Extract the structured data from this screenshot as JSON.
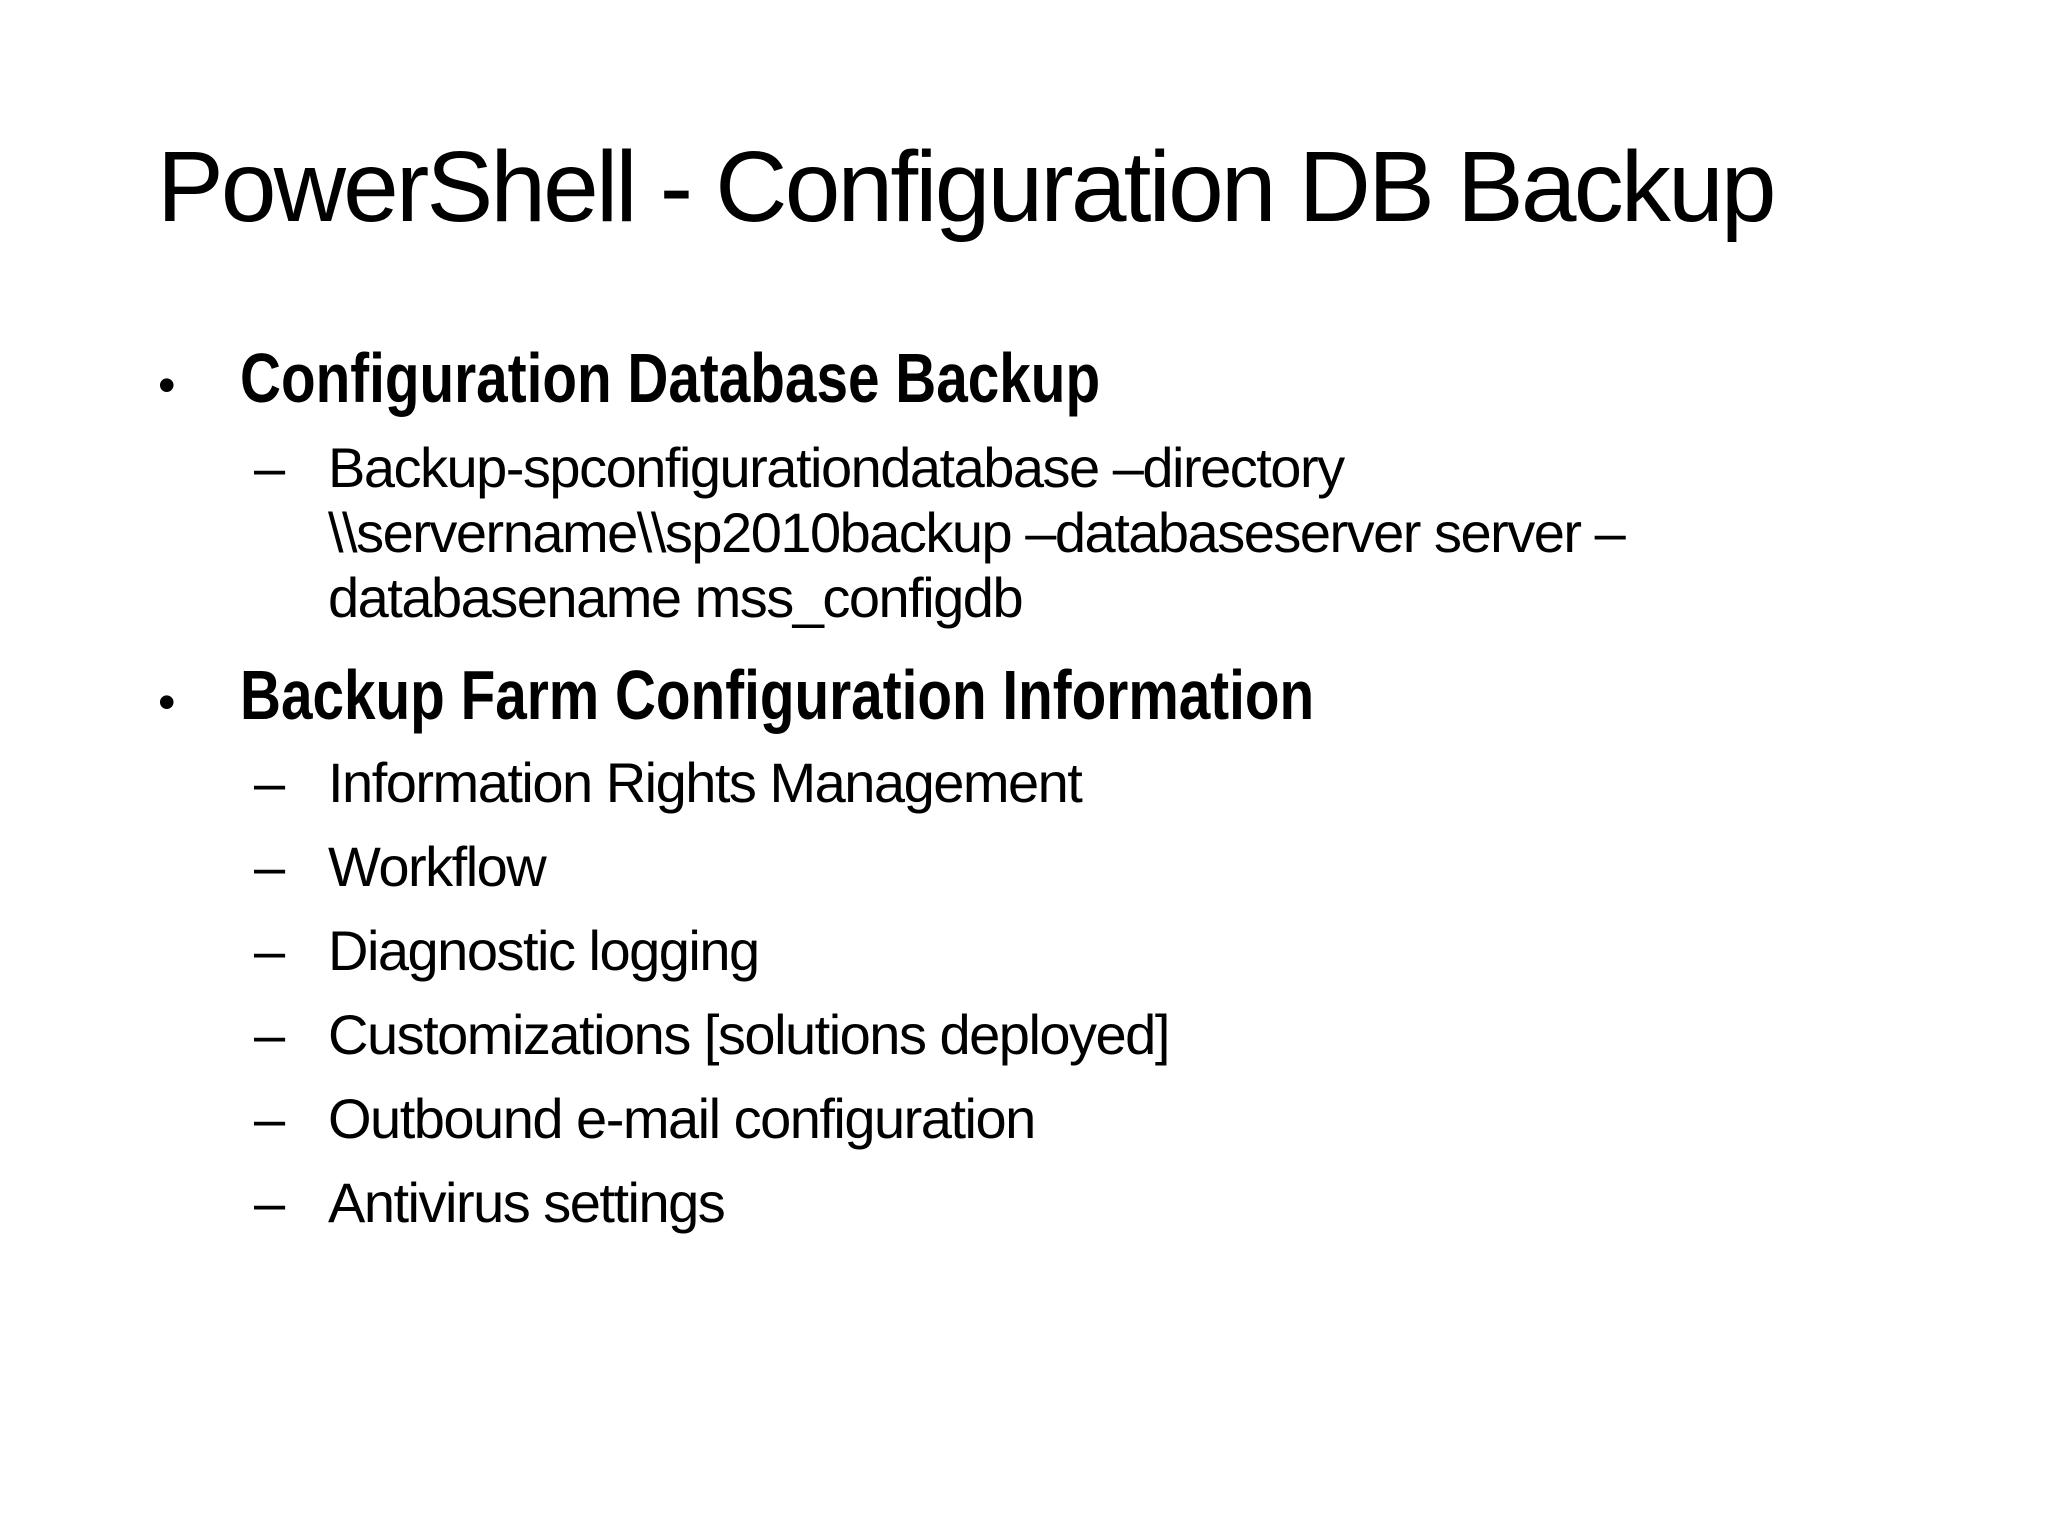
{
  "slide": {
    "title": "PowerShell - Configuration DB Backup",
    "background": "#ffffff",
    "text_color": "#000000"
  },
  "glyphs": {
    "bullet_level1": "•",
    "bullet_level2": "–"
  },
  "content": {
    "bullet1": "Configuration Database Backup",
    "cmd_line1": "Backup-spconfigurationdatabase –directory",
    "cmd_line2": "\\\\servername\\\\sp2010backup –databaseserver server –",
    "cmd_line3": "databasename mss_configdb",
    "bullet2": "Backup Farm Configuration Information",
    "item1": "Information Rights Management",
    "item2": "Workflow",
    "item3": "Diagnostic logging",
    "item4": "Customizations [solutions deployed]",
    "item5": "Outbound e-mail configuration",
    "item6": "Antivirus settings"
  }
}
